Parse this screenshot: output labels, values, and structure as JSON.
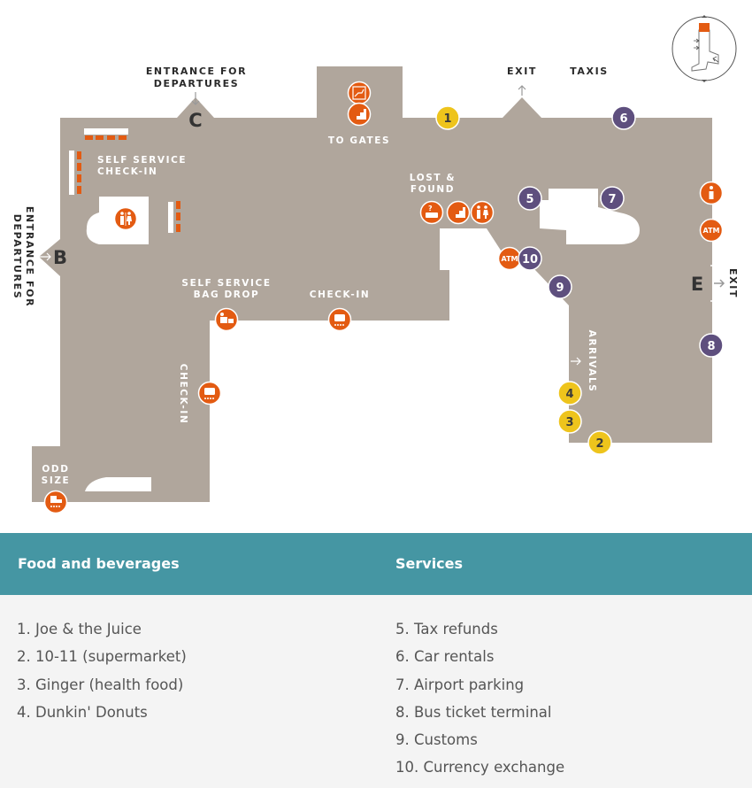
{
  "map": {
    "labels": {
      "entrance_c": [
        "ENTRANCE FOR",
        "DEPARTURES"
      ],
      "entrance_b": [
        "ENTRANCE FOR",
        "DEPARTURES"
      ],
      "exit_top": "EXIT",
      "taxis": "TAXIS",
      "to_gates": "TO GATES",
      "self_service_checkin": [
        "SELF SERVICE",
        "CHECK-IN"
      ],
      "lost_found": [
        "LOST &",
        "FOUND"
      ],
      "self_service_bag_drop": [
        "SELF SERVICE",
        "BAG DROP"
      ],
      "check_in": "CHECK-IN",
      "check_in_vertical": "CHECK-IN",
      "arrivals": "ARRIVALS",
      "odd_size": [
        "ODD",
        "SIZE"
      ],
      "exit_right": "EXIT"
    },
    "entrances": {
      "b": "B",
      "c": "C",
      "e": "E"
    },
    "markers": {
      "food": [
        "1",
        "2",
        "3",
        "4"
      ],
      "services": [
        "5",
        "6",
        "7",
        "8",
        "9",
        "10"
      ]
    },
    "atm_label": "ATM",
    "colors": {
      "floor": "#b0a69c",
      "service_orange": "#e35b12",
      "food_yellow": "#eec41c",
      "service_purple": "#5e4f7e"
    }
  },
  "legend": {
    "food": {
      "title": "Food and beverages",
      "items": [
        "1. Joe & the Juice",
        "2. 10-11 (supermarket)",
        "3. Ginger (health food)",
        "4. Dunkin' Donuts"
      ]
    },
    "services": {
      "title": "Services",
      "items": [
        "5. Tax refunds",
        "6. Car rentals",
        "7. Airport parking",
        "8. Bus ticket terminal",
        "9. Customs",
        "10. Currency exchange"
      ]
    },
    "bar_color": "#4596a3"
  }
}
